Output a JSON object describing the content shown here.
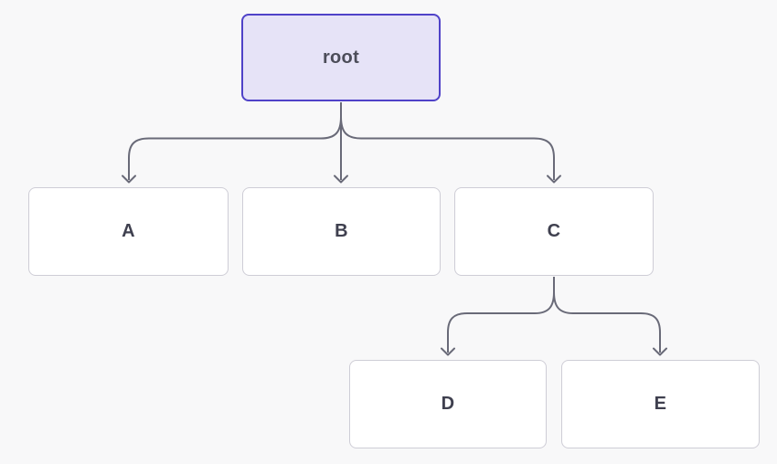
{
  "diagram": {
    "kind": "tree",
    "nodes": {
      "root": {
        "label": "root"
      },
      "a": {
        "label": "A"
      },
      "b": {
        "label": "B"
      },
      "c": {
        "label": "C"
      },
      "d": {
        "label": "D"
      },
      "e": {
        "label": "E"
      }
    },
    "edges": [
      {
        "from": "root",
        "to": "A"
      },
      {
        "from": "root",
        "to": "B"
      },
      {
        "from": "root",
        "to": "C"
      },
      {
        "from": "C",
        "to": "D"
      },
      {
        "from": "C",
        "to": "E"
      }
    ]
  },
  "colors": {
    "background": "#f8f8f9",
    "connector": "#696a78",
    "root_fill": "#e6e3f7",
    "root_border": "#4f42c8",
    "root_text": "#4c4d59",
    "node_fill": "#ffffff",
    "node_border": "#cecdd6",
    "node_text": "#3f404f"
  }
}
